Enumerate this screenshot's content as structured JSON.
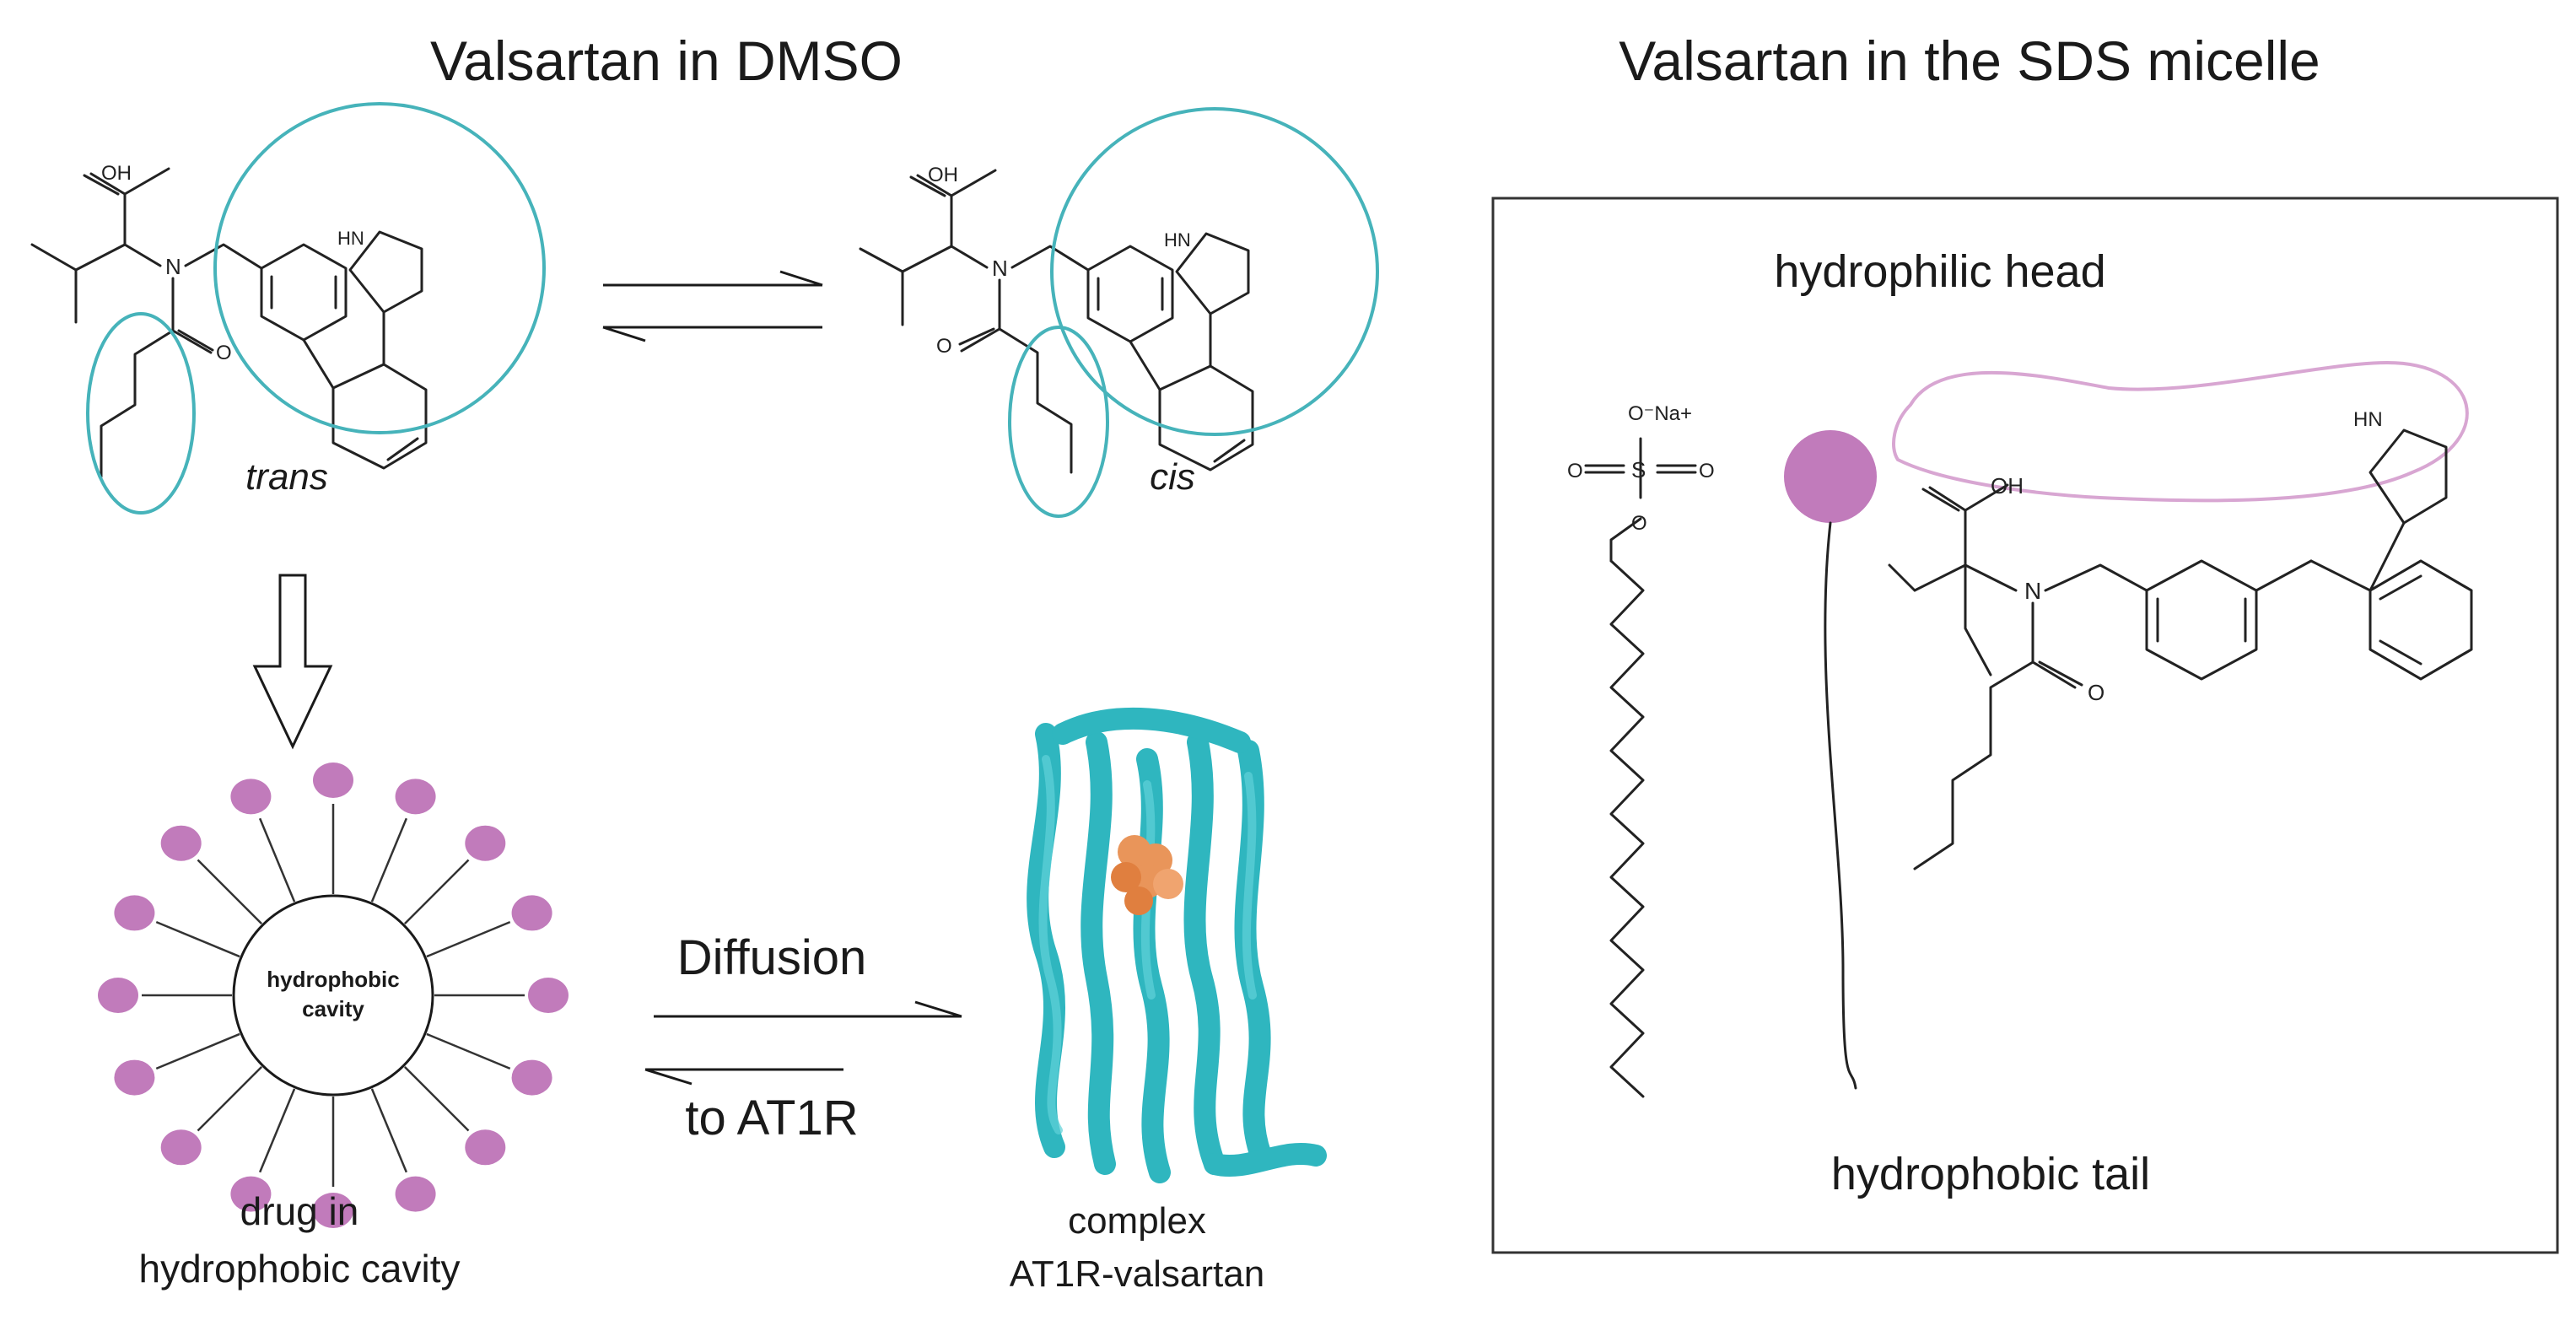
{
  "titles": {
    "left": "Valsartan in DMSO",
    "right": "Valsartan in the SDS micelle"
  },
  "conformers": {
    "trans": "trans",
    "cis": "cis"
  },
  "chem_labels": {
    "oh": "OH",
    "n": "N",
    "o": "O",
    "hn": "HN",
    "o_minus_na": "O⁻Na+",
    "s": "S"
  },
  "micelle": {
    "center_label_line1": "hydrophobic",
    "center_label_line2": "cavity",
    "caption_line1": "drug in",
    "caption_line2": "hydrophobic cavity"
  },
  "equilibrium": {
    "top_label": "Diffusion",
    "bottom_label": "to AT1R"
  },
  "complex": {
    "caption_line1": "complex",
    "caption_line2": "AT1R-valsartan"
  },
  "sds_panel": {
    "head_label": "hydrophilic head",
    "tail_label": "hydrophobic tail"
  },
  "colors": {
    "teal_outline": "#46b3ba",
    "pink_outline": "#d8a6d2",
    "head_purple": "#c17bbb",
    "protein_teal": "#2fb6bf",
    "ligand_orange": "#e9955a"
  },
  "icons": {
    "down_arrow": "hollow-down-arrow-icon",
    "equilibrium_arrows": "equilibrium-arrows-icon"
  }
}
